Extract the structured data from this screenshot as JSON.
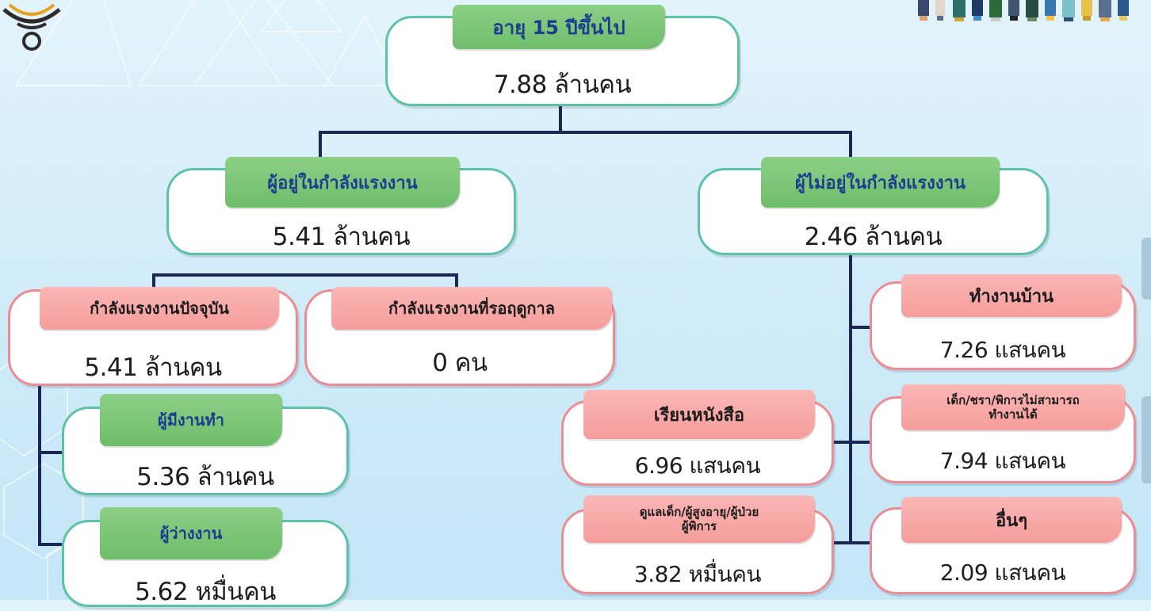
{
  "colors": {
    "background": "#cdeaf8",
    "connector": "#1a2758",
    "green_tag": "#7cc57a",
    "pink_tag": "#f7a5a4",
    "green_border": "#5cc3a6",
    "pink_border": "#ef8b93",
    "tag_text_blue": "#1c3d8f"
  },
  "root": {
    "label": "อายุ 15 ปีขึ้นไป",
    "value": "7.88 ล้านคน"
  },
  "in_labor_force": {
    "label": "ผู้อยู่ในกำลังแรงงาน",
    "value": "5.41 ล้านคน"
  },
  "not_in_labor_force": {
    "label": "ผู้ไม่อยู่ในกำลังแรงงาน",
    "value": "2.46 ล้านคน"
  },
  "current_labor_force": {
    "label": "กำลังแรงงานปัจจุบัน",
    "value": "5.41 ล้านคน"
  },
  "seasonal_labor_force": {
    "label": "กำลังแรงงานที่รอฤดูกาล",
    "value": "0 คน"
  },
  "employed": {
    "label": "ผู้มีงานทำ",
    "value": "5.36 ล้านคน"
  },
  "unemployed": {
    "label": "ผู้ว่างงาน",
    "value": "5.62 หมื่นคน"
  },
  "housework": {
    "label": "ทำงานบ้าน",
    "value": "7.26 แสนคน"
  },
  "studying": {
    "label": "เรียนหนังสือ",
    "value": "6.96 แสนคน"
  },
  "unable_to_work": {
    "label_line1": "เด็ก/ชรา/พิการไม่สามารถ",
    "label_line2": "ทำงานได้",
    "value": "7.94 แสนคน"
  },
  "caregiving": {
    "label_line1": "ดูแลเด็ก/ผู้สูงอายุ/ผู้ป่วย",
    "label_line2": "ผู้พิการ",
    "value": "3.82 หมื่นคน"
  },
  "others": {
    "label": "อื่นๆ",
    "value": "2.09 แสนคน"
  }
}
